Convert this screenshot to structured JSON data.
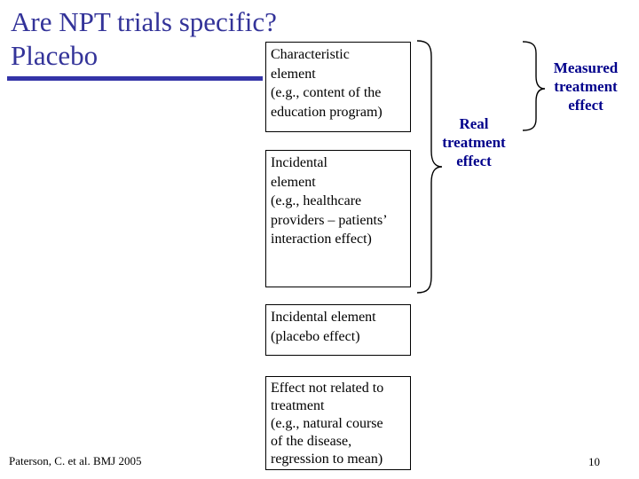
{
  "title": {
    "line1": "Are NPT trials specific?",
    "line2": "Placebo"
  },
  "colors": {
    "background": "#FFFFFF",
    "title_text": "#333399",
    "title_underline": "#3434A8",
    "box_border": "#000000",
    "box_text": "#000000",
    "effect_label_text": "#00008B"
  },
  "diagram": {
    "boxes": [
      {
        "name": "characteristic-element",
        "lines": [
          "Characteristic",
          "element",
          "(e.g., content of the",
          "education program)"
        ]
      },
      {
        "name": "incidental-element",
        "lines": [
          "Incidental",
          "element",
          "(e.g., healthcare",
          "providers – patients’",
          "interaction effect)"
        ]
      },
      {
        "name": "incidental-element-placebo",
        "lines": [
          "Incidental element",
          "(placebo effect)"
        ]
      },
      {
        "name": "effect-not-related-to-treatment",
        "lines": [
          "Effect not related to",
          "treatment",
          "(e.g., natural course",
          "of the disease,",
          "regression to mean)"
        ]
      }
    ],
    "labels": {
      "real": {
        "lines": [
          "Real",
          "treatment",
          "effect"
        ]
      },
      "measured": {
        "lines": [
          "Measured",
          "treatment",
          "effect"
        ]
      }
    }
  },
  "footer": {
    "citation": "Paterson, C. et al. BMJ 2005",
    "page_number": "10"
  }
}
